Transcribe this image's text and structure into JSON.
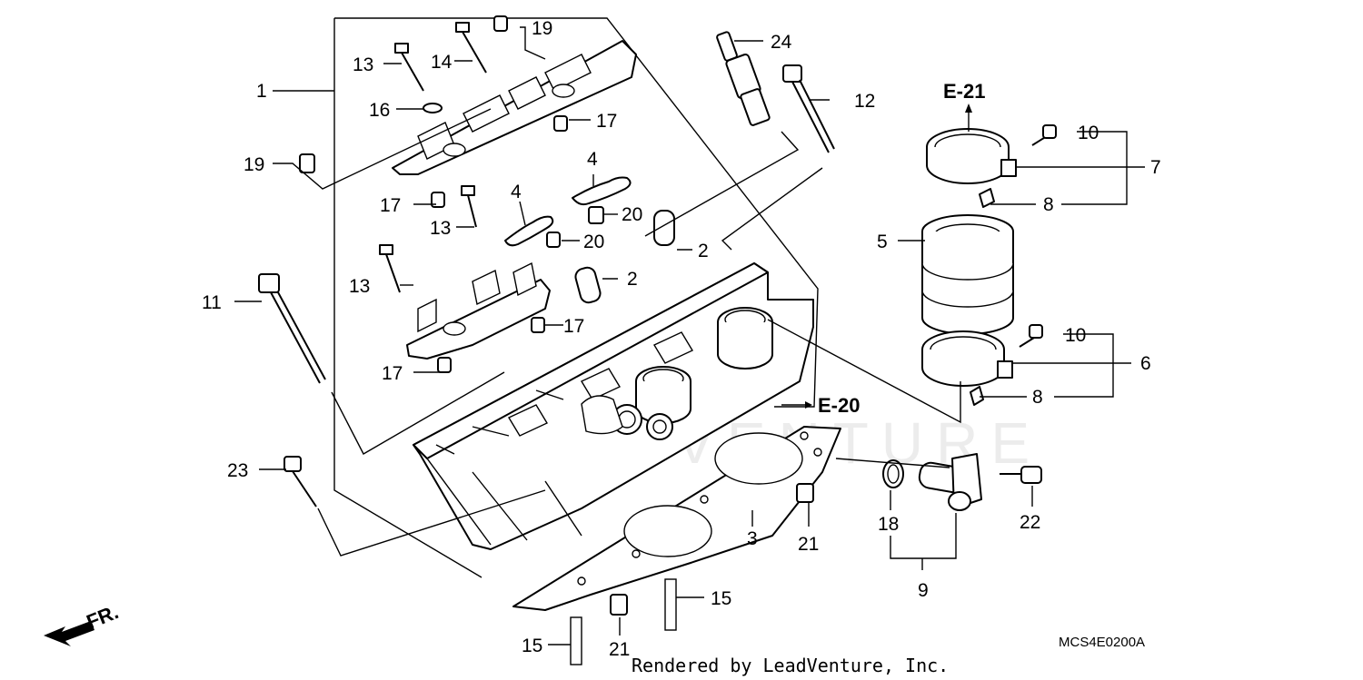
{
  "callouts": [
    {
      "id": "c1",
      "text": "1"
    },
    {
      "id": "c2a",
      "text": "2"
    },
    {
      "id": "c2b",
      "text": "2"
    },
    {
      "id": "c3",
      "text": "3"
    },
    {
      "id": "c4a",
      "text": "4"
    },
    {
      "id": "c4b",
      "text": "4"
    },
    {
      "id": "c5",
      "text": "5"
    },
    {
      "id": "c6",
      "text": "6"
    },
    {
      "id": "c7",
      "text": "7"
    },
    {
      "id": "c8a",
      "text": "8"
    },
    {
      "id": "c8b",
      "text": "8"
    },
    {
      "id": "c9",
      "text": "9"
    },
    {
      "id": "c10a",
      "text": "10"
    },
    {
      "id": "c10b",
      "text": "10"
    },
    {
      "id": "c11",
      "text": "11"
    },
    {
      "id": "c12",
      "text": "12"
    },
    {
      "id": "c13a",
      "text": "13"
    },
    {
      "id": "c13b",
      "text": "13"
    },
    {
      "id": "c13c",
      "text": "13"
    },
    {
      "id": "c14",
      "text": "14"
    },
    {
      "id": "c15a",
      "text": "15"
    },
    {
      "id": "c15b",
      "text": "15"
    },
    {
      "id": "c16",
      "text": "16"
    },
    {
      "id": "c17a",
      "text": "17"
    },
    {
      "id": "c17b",
      "text": "17"
    },
    {
      "id": "c17c",
      "text": "17"
    },
    {
      "id": "c17d",
      "text": "17"
    },
    {
      "id": "c18",
      "text": "18"
    },
    {
      "id": "c19a",
      "text": "19"
    },
    {
      "id": "c19b",
      "text": "19"
    },
    {
      "id": "c20a",
      "text": "20"
    },
    {
      "id": "c20b",
      "text": "20"
    },
    {
      "id": "c21a",
      "text": "21"
    },
    {
      "id": "c21b",
      "text": "21"
    },
    {
      "id": "c22",
      "text": "22"
    },
    {
      "id": "c23",
      "text": "23"
    },
    {
      "id": "c24",
      "text": "24"
    }
  ],
  "references": {
    "e21": "E-21",
    "e20": "E-20"
  },
  "direction_label": "FR.",
  "diagram_code": "MCS4E0200A",
  "credit": "Rendered by LeadVenture, Inc.",
  "watermark": "LEADVENTURE"
}
